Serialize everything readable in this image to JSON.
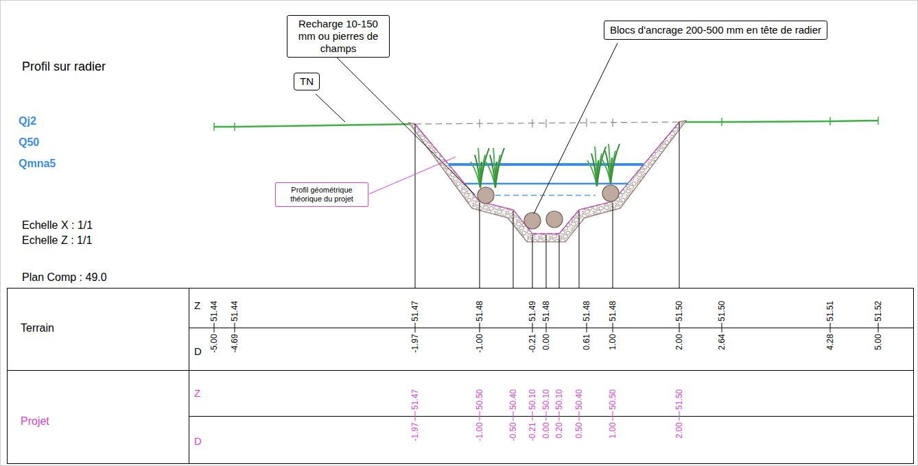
{
  "diagram": {
    "nodes": [
      {
        "text": [
          "Recharge 10-150 mm ou pierres de champs"
        ]
      },
      {
        "text": [
          "Blocs d'ancrage 200-500 mm en tête de radier"
        ]
      },
      {
        "text": [
          "TN"
        ]
      },
      {
        "text": [
          "Profil géométrique théorique du projet"
        ]
      }
    ],
    "labels": [
      "Profil sur radier",
      "Qj2",
      "Q50",
      "Qmna5",
      "Echelle X : 1/1",
      "Echelle Z : 1/1",
      "Plan Comp : 49.0",
      "Terrain",
      "Z",
      "51.44",
      "51.44",
      "51.47",
      "51.48",
      "51.49",
      "51.48",
      "51.48",
      "51.48",
      "51.50",
      "51.50",
      "51.51",
      "51.52",
      "D",
      "-5.00",
      "-4.69",
      "-1.97",
      "-1.00",
      "-0.21",
      "0.00",
      "0.61",
      "1.00",
      "2.00",
      "2.64",
      "4.28",
      "5.00",
      "Projet",
      "Z",
      "51.47",
      "50.50",
      "50.40",
      "50.10",
      "50.10",
      "50.10",
      "50.40",
      "50.50",
      "51.50",
      "D",
      "-1.97",
      "-1.00",
      "-0.50",
      "-0.21",
      "0.00",
      "0.20",
      "0.50",
      "1.00",
      "2.00"
    ]
  }
}
